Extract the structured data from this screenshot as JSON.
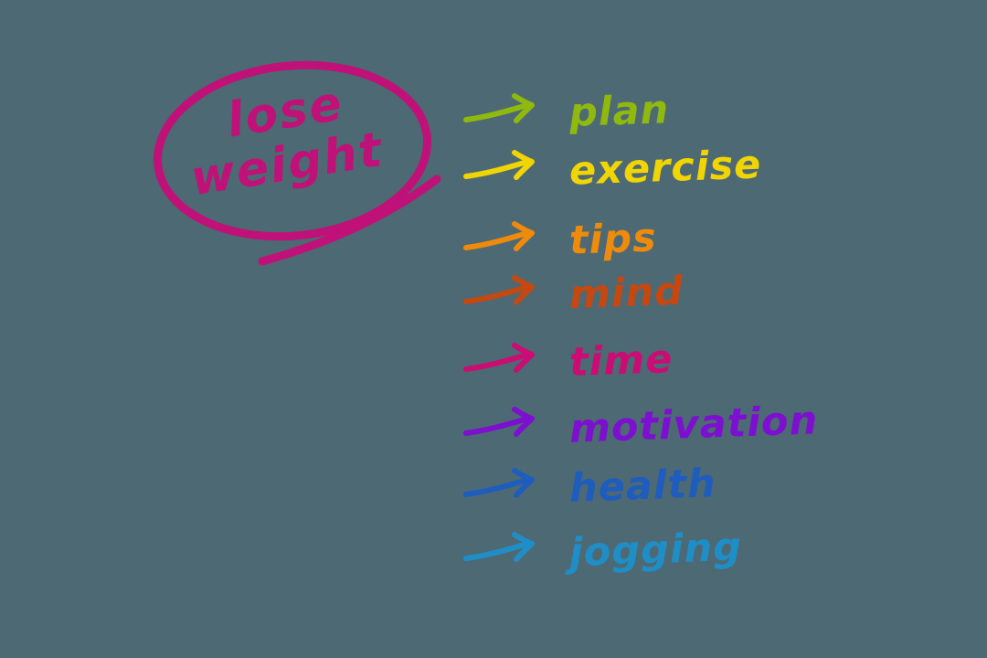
{
  "canvas": {
    "background_color": "#4D6973"
  },
  "topic": {
    "line1": "lose",
    "line2": "weight",
    "color": "#C01178"
  },
  "items": [
    {
      "label": "plan",
      "color": "#8FB90F"
    },
    {
      "label": "exercise",
      "color": "#F1D500"
    },
    {
      "label": "tips",
      "color": "#EE8A0C"
    },
    {
      "label": "mind",
      "color": "#C54810"
    },
    {
      "label": "time",
      "color": "#CA0C74"
    },
    {
      "label": "motivation",
      "color": "#7D0FD1"
    },
    {
      "label": "health",
      "color": "#1E5DBE"
    },
    {
      "label": "jogging",
      "color": "#1F8EC7"
    }
  ]
}
